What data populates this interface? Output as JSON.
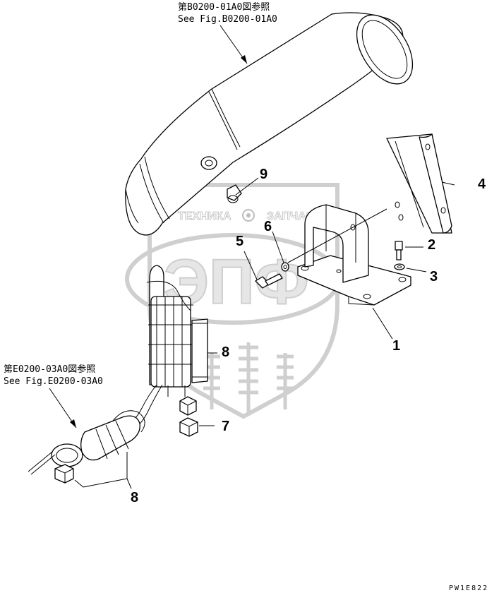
{
  "references": {
    "top_ja": "第B0200-01A0図参照",
    "top_en": "See Fig.B0200-01A0",
    "left_ja": "第E0200-03A0図参照",
    "left_en": "See Fig.E0200-03A0"
  },
  "callouts": {
    "c1": "1",
    "c2": "2",
    "c3": "3",
    "c4": "4",
    "c5": "5",
    "c6": "6",
    "c7": "7",
    "c8a": "8",
    "c8b": "8",
    "c9": "9"
  },
  "watermark": {
    "left": "ТЕХНИКА",
    "right": "ЗАПЧАСТИ",
    "logo": "ЭПФ"
  },
  "drawing_code": "PW1E822"
}
